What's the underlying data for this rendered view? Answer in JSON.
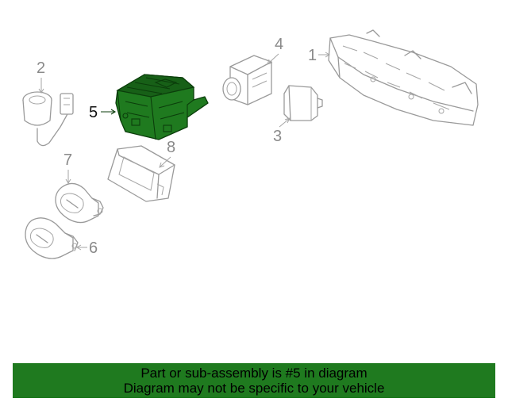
{
  "diagram": {
    "highlighted_part": "5",
    "callouts": [
      "1",
      "2",
      "3",
      "4",
      "5",
      "6",
      "7",
      "8"
    ],
    "highlight_color": "#1f7a1f",
    "line_color": "#9a9a9a"
  },
  "banner": {
    "line1": "Part or sub-assembly is #5 in diagram",
    "line2": "Diagram may not be specific to your vehicle",
    "background": "#1f7a1f"
  }
}
